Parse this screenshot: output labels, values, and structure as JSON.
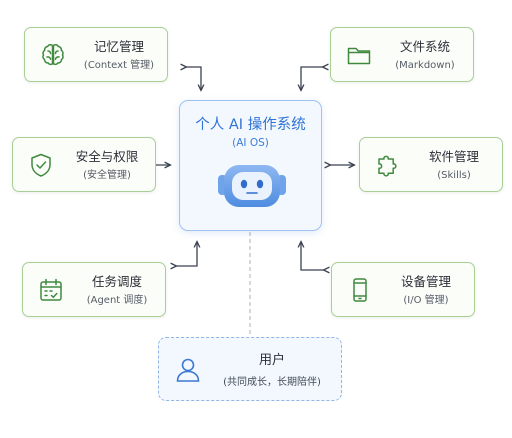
{
  "core": {
    "title": "个人 AI 操作系统",
    "subtitle": "(AI OS)",
    "icon": "robot-icon"
  },
  "modules": [
    {
      "id": "memory",
      "title": "记忆管理",
      "subtitle": "(Context 管理)",
      "icon": "brain-icon"
    },
    {
      "id": "file",
      "title": "文件系统",
      "subtitle": "(Markdown)",
      "icon": "folder-icon"
    },
    {
      "id": "security",
      "title": "安全与权限",
      "subtitle": "(安全管理)",
      "icon": "shield-check-icon"
    },
    {
      "id": "software",
      "title": "软件管理",
      "subtitle": "(Skills)",
      "icon": "puzzle-icon"
    },
    {
      "id": "task",
      "title": "任务调度",
      "subtitle": "(Agent 调度)",
      "icon": "calendar-icon"
    },
    {
      "id": "device",
      "title": "设备管理",
      "subtitle": "(I/O 管理)",
      "icon": "phone-icon"
    }
  ],
  "user": {
    "title": "用户",
    "subtitle": "(共同成长，长期陪伴)",
    "icon": "user-icon"
  },
  "colors": {
    "core_accent": "#2f73d6",
    "module_border": "#a9cf96",
    "module_icon": "#3f8a3f",
    "connector": "#3a4250",
    "user_border": "#8fb6e6"
  }
}
